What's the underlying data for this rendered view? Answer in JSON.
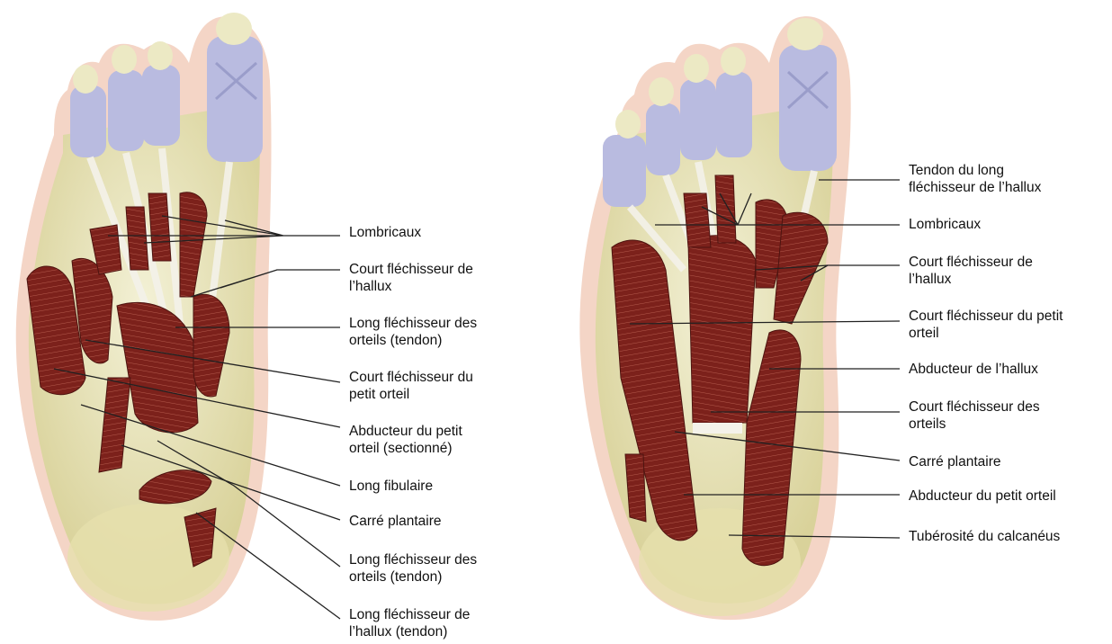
{
  "colors": {
    "muscle": "#7c211b",
    "muscle_dark": "#4e1410",
    "muscle_fiber": "#c77b6c",
    "skin_halo": "#f4d5c6",
    "bone": "#ece9c4",
    "bone_shadow": "#c9c28a",
    "tendon": "#f4f2ea",
    "joint_capsule": "#b9bbe0",
    "leader_line": "#222222"
  },
  "left_foot": {
    "labels": [
      {
        "lines": [
          "Lombricaux"
        ]
      },
      {
        "lines": [
          "Court fléchisseur de",
          "l’hallux"
        ]
      },
      {
        "lines": [
          "Long fléchisseur des",
          "orteils (tendon)"
        ]
      },
      {
        "lines": [
          "Court fléchisseur du",
          "petit orteil"
        ]
      },
      {
        "lines": [
          "Abducteur du petit",
          "orteil  (sectionné)"
        ]
      },
      {
        "lines": [
          "Long fibulaire"
        ]
      },
      {
        "lines": [
          "Carré plantaire"
        ]
      },
      {
        "lines": [
          "Long fléchisseur des",
          "orteils (tendon)"
        ]
      },
      {
        "lines": [
          "Long fléchisseur de",
          "l’hallux (tendon)"
        ]
      }
    ]
  },
  "right_foot": {
    "labels": [
      {
        "lines": [
          "Tendon du long",
          "fléchisseur de l’hallux"
        ]
      },
      {
        "lines": [
          "Lombricaux"
        ]
      },
      {
        "lines": [
          "Court fléchisseur de",
          "l’hallux"
        ]
      },
      {
        "lines": [
          "Court fléchisseur du petit",
          "orteil"
        ]
      },
      {
        "lines": [
          "Abducteur de l’hallux"
        ]
      },
      {
        "lines": [
          "Court fléchisseur des",
          "orteils"
        ]
      },
      {
        "lines": [
          "Carré plantaire"
        ]
      },
      {
        "lines": [
          "Abducteur du petit orteil"
        ]
      },
      {
        "lines": [
          "Tubérosité du calcanéus"
        ]
      }
    ]
  }
}
